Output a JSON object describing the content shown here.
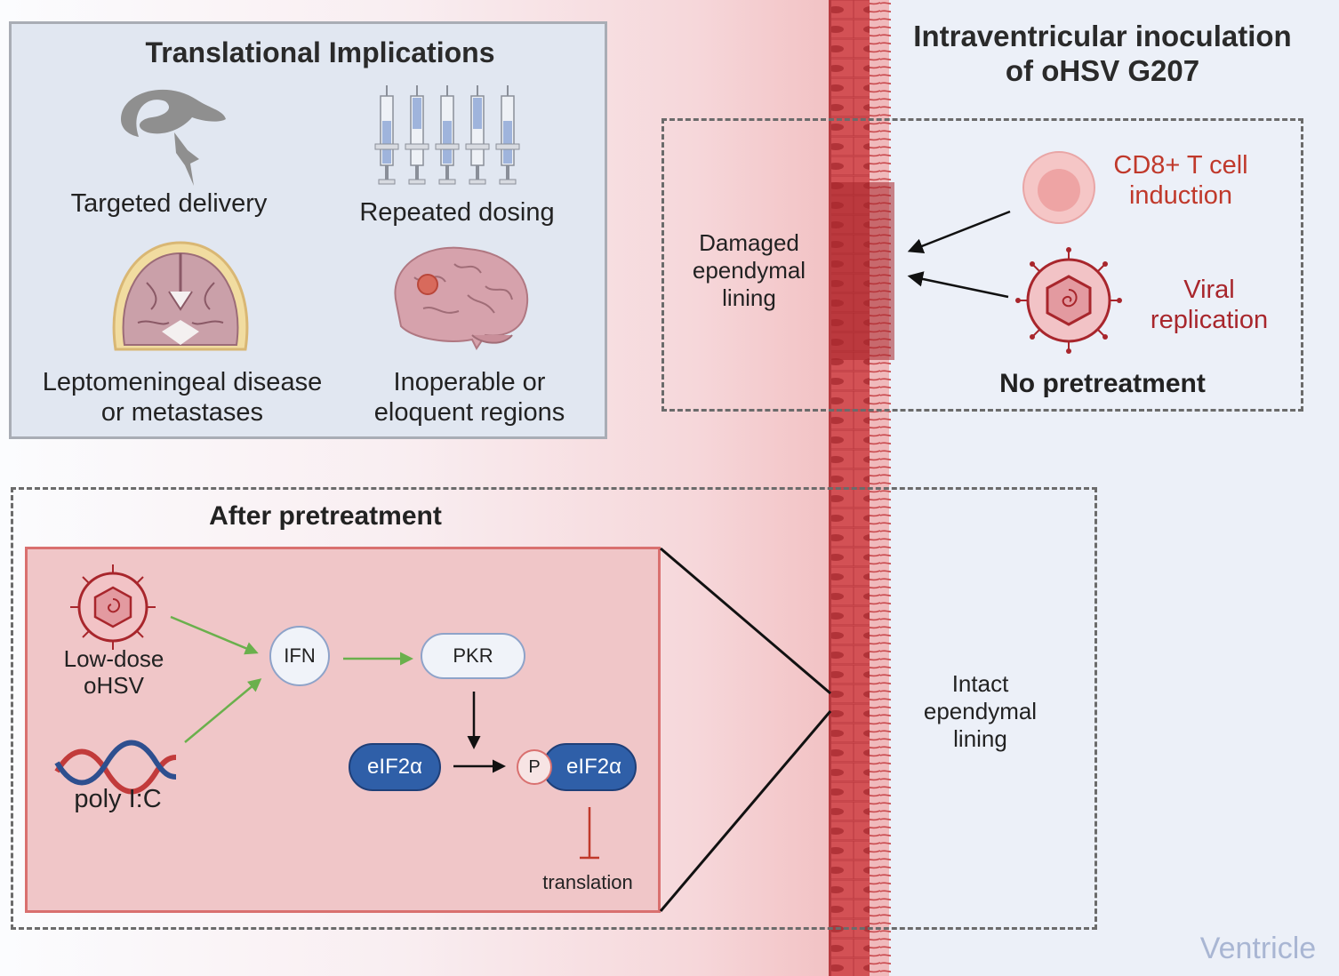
{
  "translational": {
    "title": "Translational Implications",
    "targeted": "Targeted delivery",
    "repeated": "Repeated dosing",
    "lepto_line1": "Leptomeningeal disease",
    "lepto_line2": "or metastases",
    "inop_line1": "Inoperable or",
    "inop_line2": "eloquent regions"
  },
  "inoculation": {
    "title_line1": "Intraventricular inoculation",
    "title_line2": "of oHSV G207"
  },
  "no_pretreatment": {
    "damaged_line1": "Damaged",
    "damaged_line2": "ependymal",
    "damaged_line3": "lining",
    "cd8_line1": "CD8+ T cell",
    "cd8_line2": "induction",
    "viral_line1": "Viral",
    "viral_line2": "replication",
    "label": "No pretreatment"
  },
  "after_pretreatment": {
    "title": "After pretreatment",
    "lowdose_line1": "Low-dose",
    "lowdose_line2": "oHSV",
    "polyic": "poly I:C",
    "ifn": "IFN",
    "pkr": "PKR",
    "eif2a": "eIF2α",
    "p": "P",
    "eif2a_p": "eIF2α",
    "translation": "translation",
    "intact_line1": "Intact",
    "intact_line2": "ependymal",
    "intact_line3": "lining"
  },
  "ventricle": "Ventricle",
  "colors": {
    "red_text": "#c0392b",
    "dark_red": "#a8262c",
    "blue_pill": "#2f5fa8",
    "green_arrow": "#6ab04c"
  }
}
